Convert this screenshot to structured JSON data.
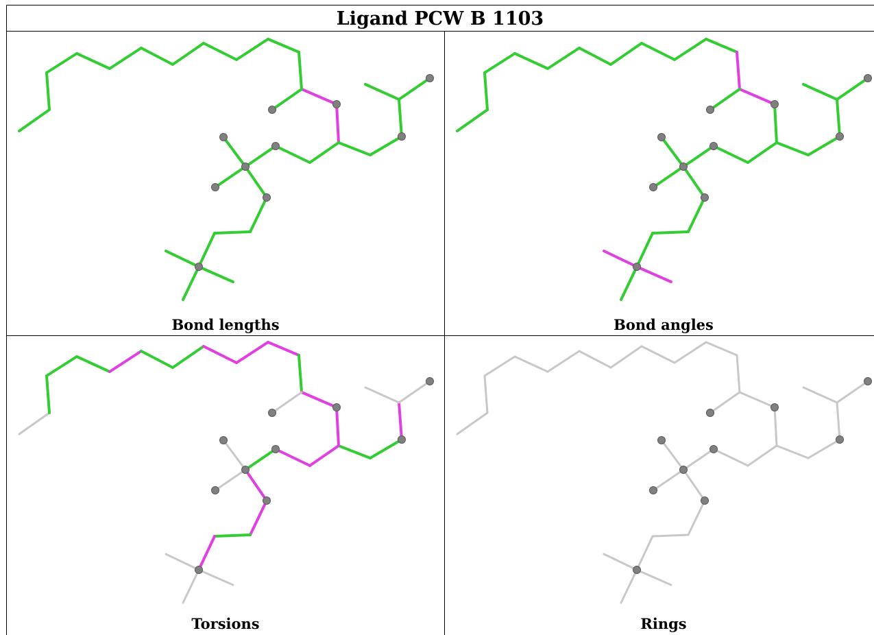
{
  "title": "Ligand PCW B 1103",
  "panels": [
    {
      "id": "bond-lengths",
      "caption": "Bond lengths"
    },
    {
      "id": "bond-angles",
      "caption": "Bond angles"
    },
    {
      "id": "torsions",
      "caption": "Torsions"
    },
    {
      "id": "rings",
      "caption": "Rings"
    }
  ],
  "colors": {
    "ok": "#33cc33",
    "outlier": "#e040e0",
    "neutral": "#c8c8c8",
    "atom": "#808080",
    "grid": "#000000"
  }
}
